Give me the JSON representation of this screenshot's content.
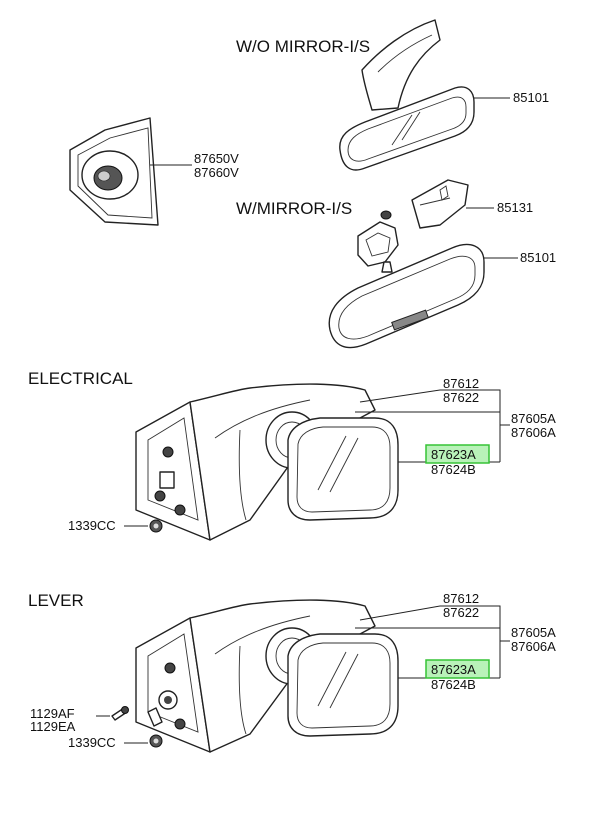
{
  "headings": {
    "wo_mirror": "W/O MIRROR-I/S",
    "w_mirror": "W/MIRROR-I/S",
    "electrical": "ELECTRICAL",
    "lever": "LEVER"
  },
  "top": {
    "speaker_cover": [
      "87650V",
      "87660V"
    ],
    "inside_mirror_wo": "85101",
    "cover": "85131",
    "inside_mirror_w": "85101"
  },
  "electrical": {
    "housing": [
      "87612",
      "87622"
    ],
    "assembly": [
      "87605A",
      "87606A"
    ],
    "glass": [
      "87623A",
      "87624B"
    ],
    "screw": "1339CC"
  },
  "lever": {
    "housing": [
      "87612",
      "87622"
    ],
    "assembly": [
      "87605A",
      "87606A"
    ],
    "glass": [
      "87623A",
      "87624B"
    ],
    "bolt": [
      "1129AF",
      "1129EA"
    ],
    "screw": "1339CC"
  },
  "highlight_color": "#b9f2b9"
}
